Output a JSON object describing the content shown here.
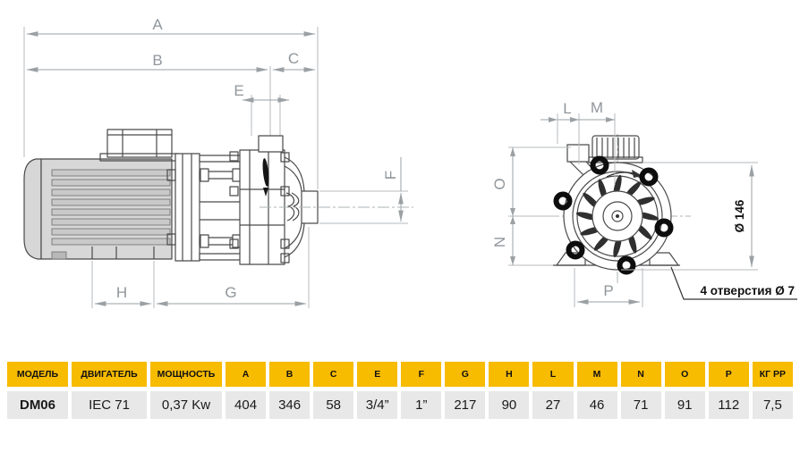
{
  "dims": {
    "a": "A",
    "b": "B",
    "c": "C",
    "e": "E",
    "f": "F",
    "g": "G",
    "h": "H",
    "l": "L",
    "m": "M",
    "n": "N",
    "o": "O",
    "p": "P"
  },
  "front": {
    "diameter": "Ø 146",
    "holes_note": "4 отверстия  Ø 7"
  },
  "table": {
    "headers": [
      "МОДЕЛЬ",
      "ДВИГАТЕЛЬ",
      "МОЩНОСТЬ",
      "A",
      "B",
      "C",
      "E",
      "F",
      "G",
      "H",
      "L",
      "M",
      "N",
      "O",
      "P",
      "КГ РР"
    ],
    "row": [
      "DM06",
      "IEC 71",
      "0,37 Kw",
      "404",
      "346",
      "58",
      "3/4”",
      "1”",
      "217",
      "90",
      "27",
      "46",
      "71",
      "91",
      "112",
      "7,5"
    ]
  },
  "colors": {
    "header_bg": "#F7BB00",
    "cell_bg": "#E8E8E8",
    "dim_line": "#9aa0a4",
    "drawing_line": "#4a4a4a",
    "motor_fill": "#d7d7d7"
  }
}
